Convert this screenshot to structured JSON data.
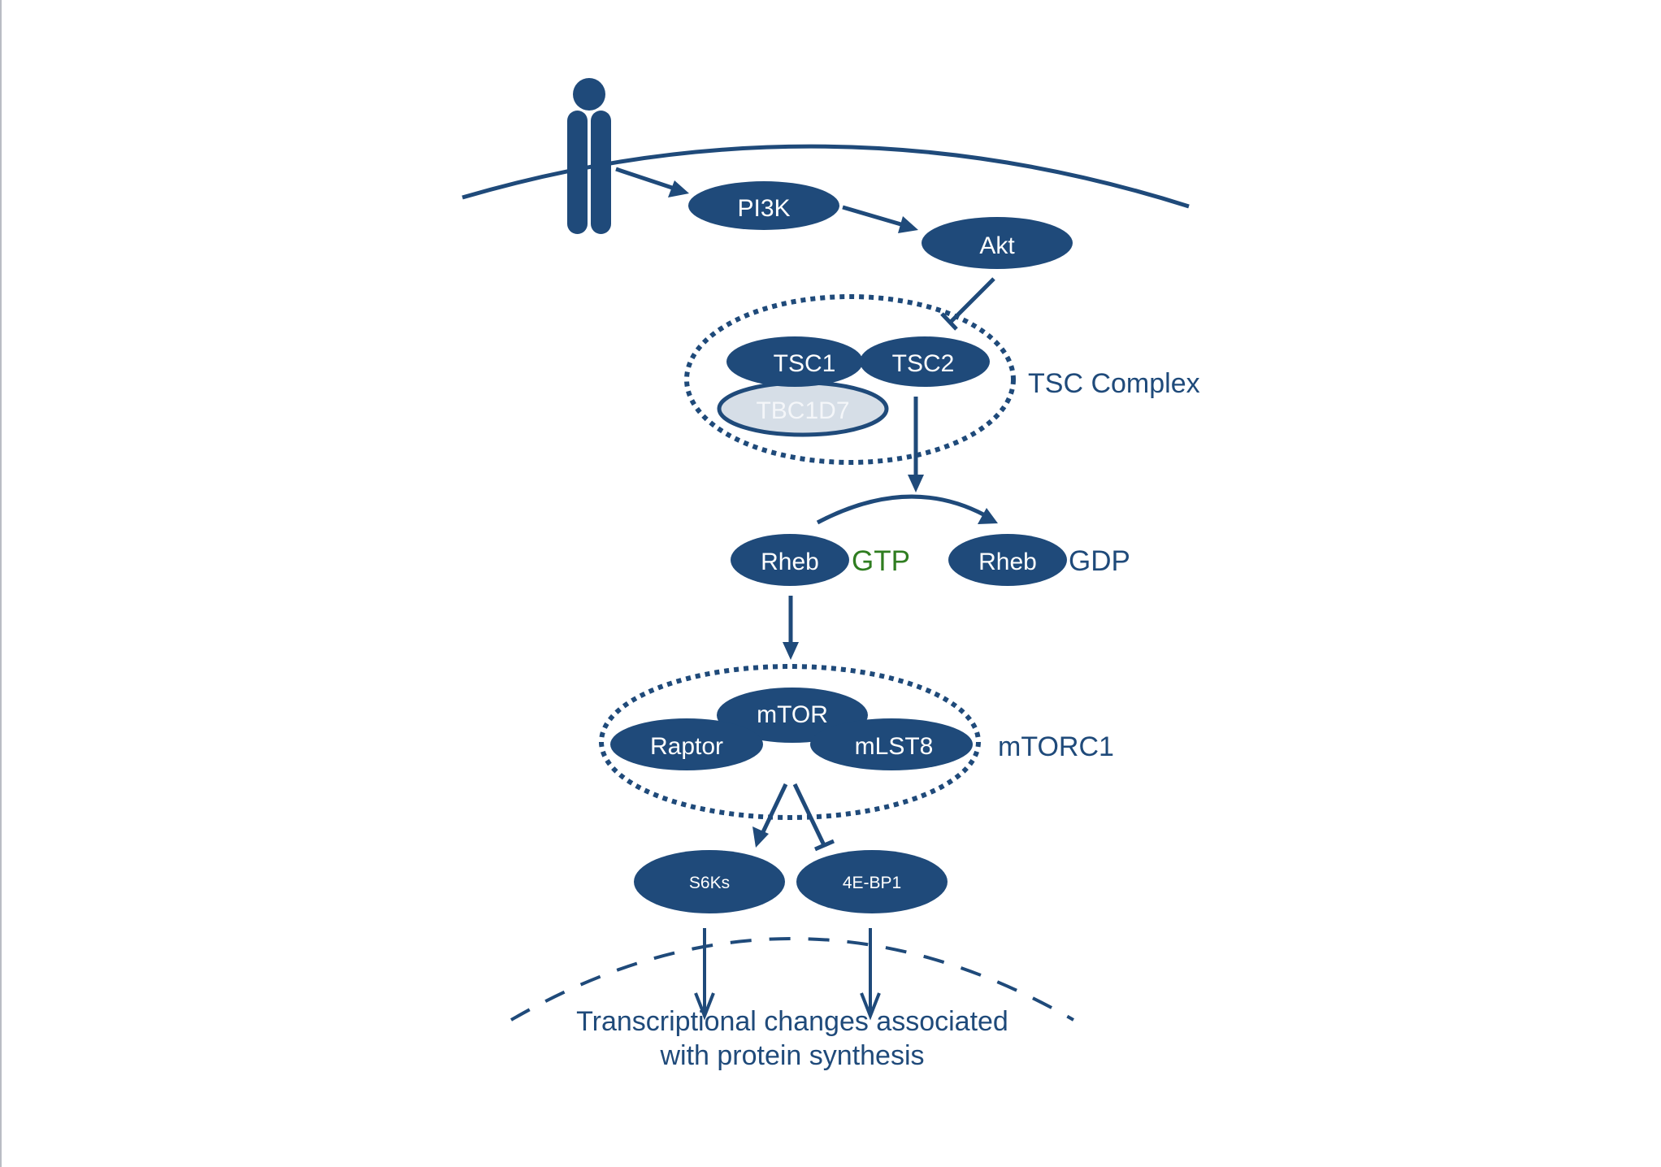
{
  "diagram": {
    "title": "PI3K/Akt/mTORC1 signaling pathway",
    "colors": {
      "primary": "#1f4a7a",
      "tbc1d7_fill": "#d6dee7",
      "gtp": "#2f7d20",
      "gdp": "#1f4a7a",
      "background": "#ffffff"
    },
    "nodes": {
      "pi3k": "PI3K",
      "akt": "Akt",
      "tsc1": "TSC1",
      "tsc2": "TSC2",
      "tbc1d7": "TBC1D7",
      "rheb_gtp": "Rheb",
      "rheb_gdp": "Rheb",
      "mtor": "mTOR",
      "raptor": "Raptor",
      "mlst8": "mLST8",
      "s6ks": "S6Ks",
      "4ebp1": "4E-BP1"
    },
    "labels": {
      "gtp": "GTP",
      "gdp": "GDP",
      "tsc_complex": "TSC Complex",
      "mtorc1": "mTORC1",
      "outcome_line1": "Transcriptional changes associated",
      "outcome_line2": "with protein synthesis"
    },
    "edges": [
      {
        "from": "receptor",
        "to": "PI3K",
        "type": "activation"
      },
      {
        "from": "PI3K",
        "to": "Akt",
        "type": "activation"
      },
      {
        "from": "Akt",
        "to": "TSC Complex",
        "type": "inhibition"
      },
      {
        "from": "TSC2",
        "to": "Rheb-GTP→Rheb-GDP",
        "type": "activation"
      },
      {
        "from": "Rheb-GTP",
        "to": "Rheb-GDP",
        "type": "conversion"
      },
      {
        "from": "Rheb-GTP",
        "to": "mTORC1",
        "type": "activation"
      },
      {
        "from": "mTORC1",
        "to": "S6Ks",
        "type": "activation"
      },
      {
        "from": "mTORC1",
        "to": "4E-BP1",
        "type": "inhibition"
      },
      {
        "from": "S6Ks",
        "to": "nucleus",
        "type": "activation"
      },
      {
        "from": "4E-BP1",
        "to": "nucleus",
        "type": "activation"
      }
    ]
  }
}
